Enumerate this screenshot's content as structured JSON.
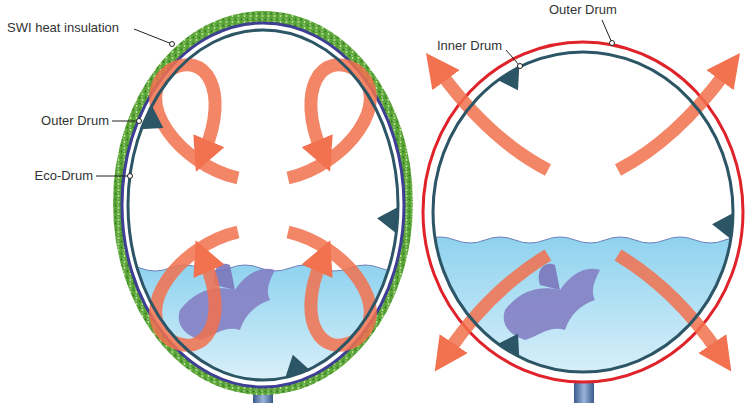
{
  "diagram": {
    "labels": [
      "SWI heat insulation",
      "Outer Drum",
      "Eco-Drum",
      "Outer Drum",
      "Inner Drum"
    ]
  }
}
